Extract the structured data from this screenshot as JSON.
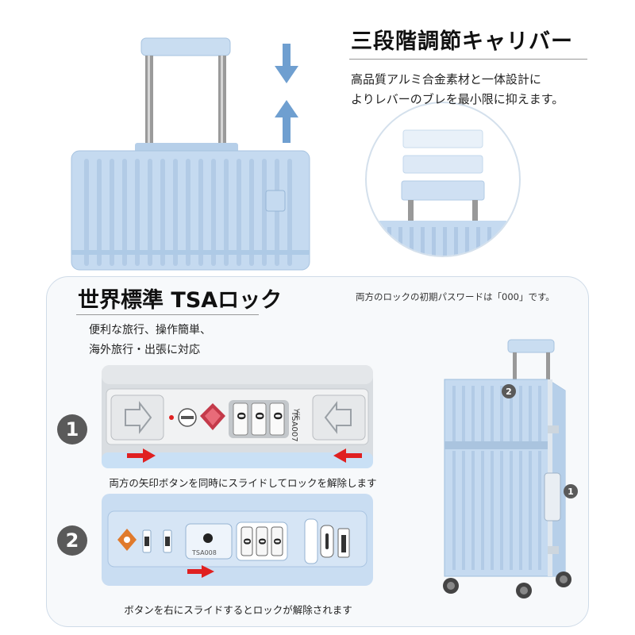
{
  "handle_section": {
    "title": "三段階調節キャリバー",
    "description": "高品質アルミ合金素材と一体設計に\nよりレバーのブレを最小限に抑えます。"
  },
  "tsa_section": {
    "title": "世界標準 TSAロック",
    "password_note": "両方のロックの初期パスワードは「000」です。",
    "description": "便利な旅行、操作簡単、\n海外旅行・出張に対応",
    "step1": {
      "number": "1",
      "caption": "両方の矢印ボタンを同時にスライドしてロックを解除します",
      "dial_digits": [
        "0",
        "0",
        "0"
      ],
      "lock_brand": "YiF",
      "lock_model": "TSA007"
    },
    "step2": {
      "number": "2",
      "caption": "ボタンを右にスライドするとロックが解除されます",
      "dial_digits": [
        "0",
        "0",
        "0"
      ],
      "lock_model": "TSA008"
    },
    "callouts": [
      "2",
      "1"
    ]
  },
  "colors": {
    "suitcase": "#c5daf0",
    "suitcase_dark": "#9fbedd",
    "arrow_blue": "#6f9fd0",
    "red_arrow": "#e02020",
    "step_circle": "#5a5a5a"
  }
}
